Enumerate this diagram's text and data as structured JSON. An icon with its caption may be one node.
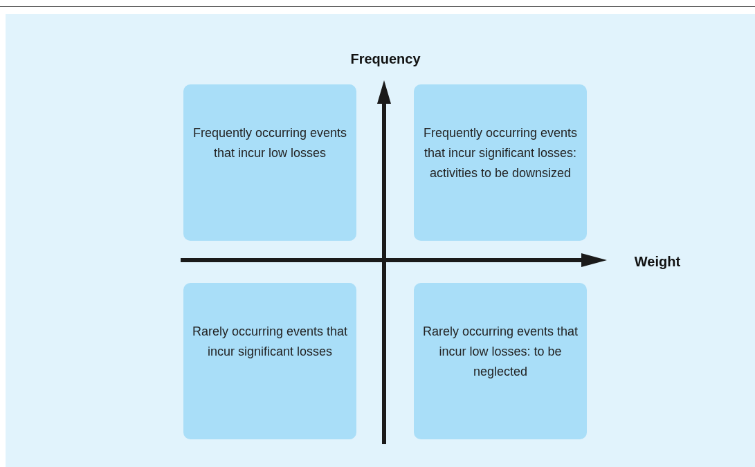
{
  "diagram": {
    "nodes": [
      {
        "text": [
          "Frequently occurring events that incur low losses"
        ]
      },
      {
        "text": [
          "Frequently occurring events that incur significant losses: activities to be downsized"
        ]
      },
      {
        "text": [
          "Rarely occurring events that incur significant losses"
        ]
      },
      {
        "text": [
          "Rarely occurring events that incur low losses: to be neglected"
        ]
      }
    ],
    "labels": [
      "Frequency",
      "Weight"
    ]
  }
}
